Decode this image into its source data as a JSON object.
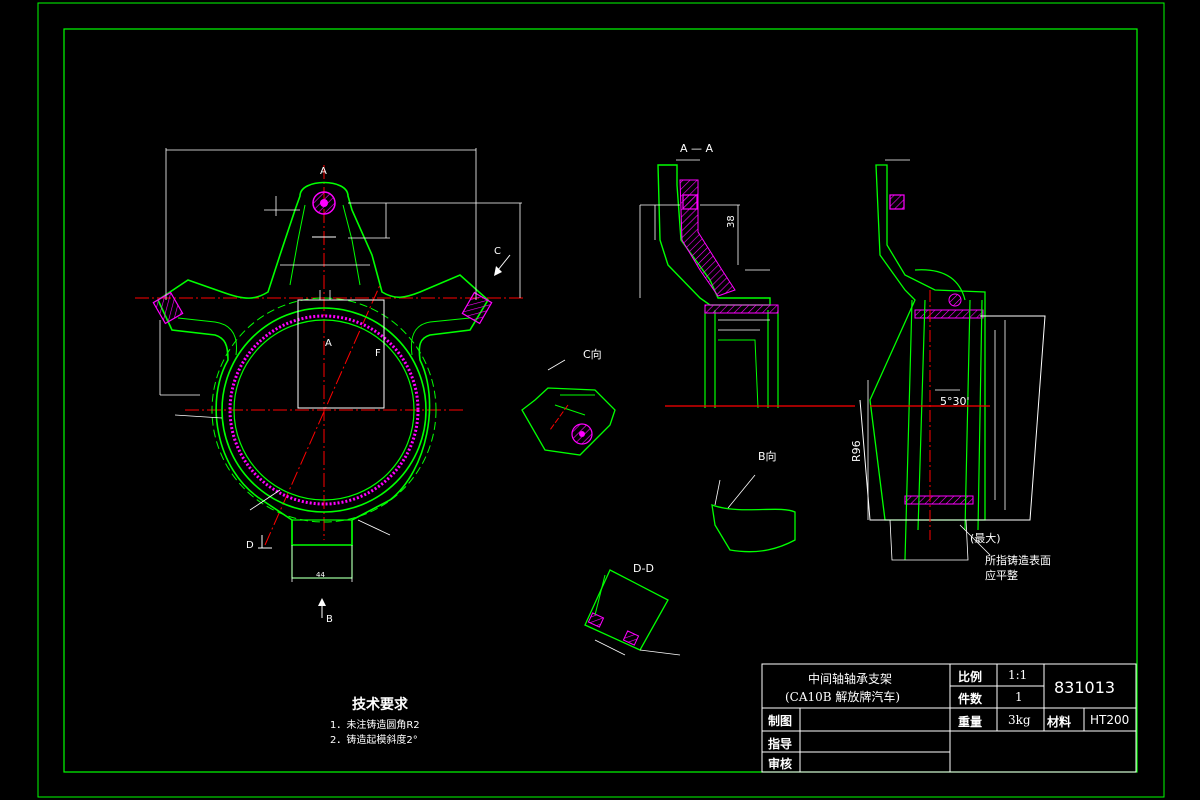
{
  "drawing": {
    "views": {
      "section_aa": "A — A",
      "view_c": "C向",
      "view_b": "B向",
      "section_dd": "D-D",
      "marker_a": "A",
      "marker_b": "B",
      "marker_c": "C",
      "marker_d": "D",
      "marker_f": "F"
    },
    "annotations": {
      "radius": "R96",
      "angle": "5°30'",
      "max_note": "(最大)",
      "surface_note_line1": "所指铸造表面",
      "surface_note_line2": "应平整",
      "dim_38": "38",
      "dim_44": "44"
    },
    "tech_requirements": {
      "title": "技术要求",
      "item1": "1．未注铸造圆角R2",
      "item2": "2．铸造起模斜度2°"
    },
    "title_block": {
      "part_name": "中间轴轴承支架",
      "vehicle": "(CA10B 解放牌汽车)",
      "scale_label": "比例",
      "scale_value": "1:1",
      "qty_label": "件数",
      "qty_value": "1",
      "drawing_no": "831013",
      "drawn_label": "制图",
      "weight_label": "重量",
      "weight_value": "3kg",
      "material_label": "材料",
      "material_value": "HT200",
      "guide_label": "指导",
      "review_label": "审核"
    },
    "colors": {
      "background": "#000000",
      "outline": "#00ff00",
      "center_line": "#ff0000",
      "dimension": "#ffffff",
      "hatch": "#ff00ff",
      "frame": "#00ff00"
    }
  }
}
